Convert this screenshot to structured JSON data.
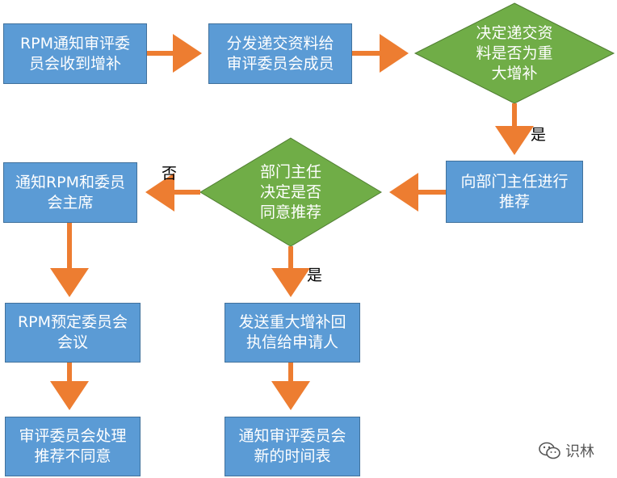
{
  "nodes": {
    "n1": "RPM通知审评委员会收到增补",
    "n2": "分发递交资料给审评委员会成员",
    "n3": "决定递交资料是否为重大增补",
    "n4": "向部门主任进行推荐",
    "n5": "部门主任决定是否同意推荐",
    "n6": "通知RPM和委员会主席",
    "n7": "RPM预定委员会会议",
    "n8": "审评委员会处理推荐不同意",
    "n9": "发送重大增补回执信给申请人",
    "n10": "通知审评委员会新的时间表"
  },
  "edge_labels": {
    "yes_1": "是",
    "no": "否",
    "yes_2": "是"
  },
  "watermark": {
    "text": "识林",
    "icon": "wechat-icon"
  },
  "colors": {
    "box_fill": "#5b9bd5",
    "box_border": "#41719c",
    "diamond_fill": "#70ad47",
    "arrow": "#ed7d31"
  }
}
